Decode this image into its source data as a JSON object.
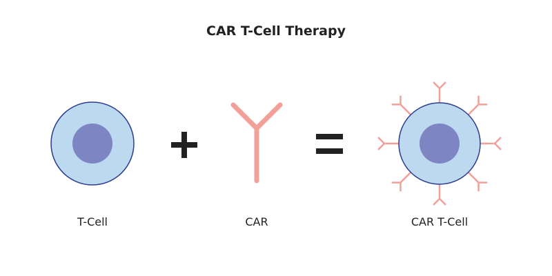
{
  "title": "CAR T-Cell Therapy",
  "labels": {
    "tcell": "T-Cell",
    "car": "CAR",
    "car_tcell": "CAR T-Cell"
  },
  "colors": {
    "cytoplasm": "#bcd9f0",
    "membrane": "#2b3a8f",
    "nucleus": "#7d86c2",
    "receptor": "#f2a09a",
    "operator": "#222222"
  }
}
